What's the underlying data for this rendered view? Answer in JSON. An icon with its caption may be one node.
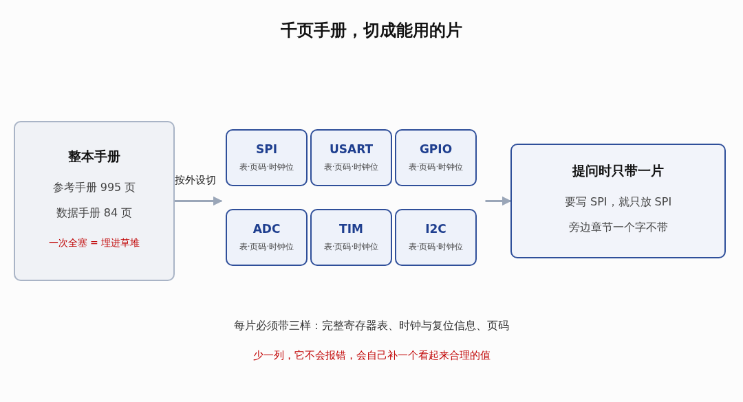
{
  "diagram": {
    "title": "千页手册，切成能用的片",
    "nodes": [
      {
        "text": [
          "整本手册",
          "参考手册 995 页",
          "数据手册 84 页",
          "一次全塞 = 埋进草堆"
        ]
      },
      {
        "text": [
          "SPI",
          "表·页码·时钟位"
        ]
      },
      {
        "text": [
          "USART",
          "表·页码·时钟位"
        ]
      },
      {
        "text": [
          "GPIO",
          "表·页码·时钟位"
        ]
      },
      {
        "text": [
          "ADC",
          "表·页码·时钟位"
        ]
      },
      {
        "text": [
          "TIM",
          "表·页码·时钟位"
        ]
      },
      {
        "text": [
          "I2C",
          "表·页码·时钟位"
        ]
      },
      {
        "text": [
          "提问时只带一片",
          "要写 SPI，就只放 SPI",
          "旁边章节一个字不带"
        ]
      }
    ],
    "edges": [
      {
        "from": 0,
        "to": 4,
        "arrow": "to",
        "label": "按外设切"
      },
      {
        "from": 6,
        "to": 7,
        "arrow": "to"
      }
    ],
    "labels": [
      "每片必须带三样：完整寄存器表、时钟与复位信息、页码",
      "少一列，它不会报错，会自己补一个看起来合理的值"
    ]
  }
}
